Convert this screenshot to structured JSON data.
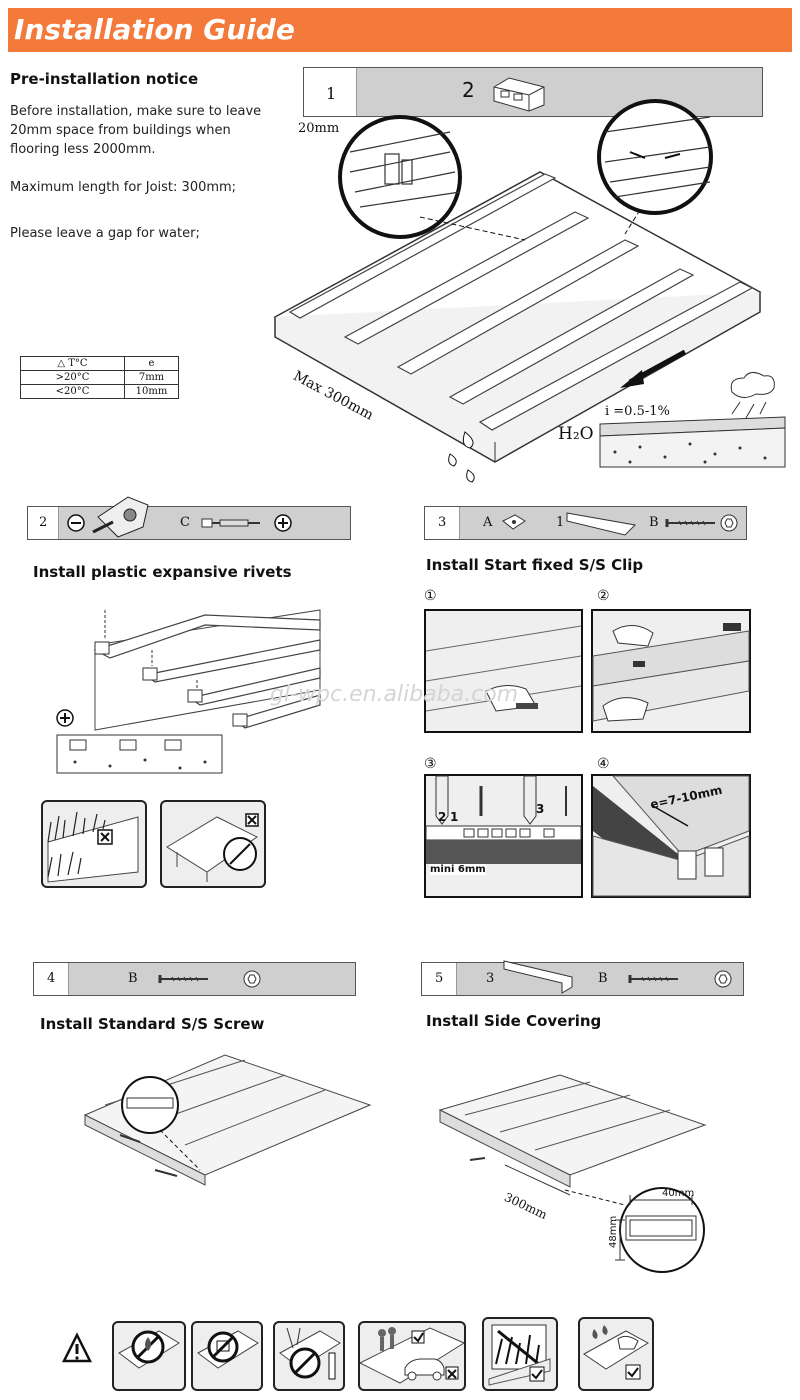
{
  "header": {
    "title": "Installation Guide"
  },
  "notice": {
    "title": "Pre-installation notice",
    "line1": "Before installation, make sure to leave",
    "line2": "20mm space from buildings when",
    "line3": "flooring less 2000mm.",
    "joist": "Maximum length for Joist: 300mm;",
    "gap": "Please leave a gap for water;"
  },
  "table": {
    "head": [
      "△ T°C",
      "e"
    ],
    "rows": [
      [
        ">20°C",
        "7mm"
      ],
      [
        "<20°C",
        "10mm"
      ]
    ]
  },
  "step1": {
    "num": "1",
    "part": "2",
    "dim_20mm": "20mm",
    "max300": "Max 300mm",
    "slope": "i =0.5-1%",
    "water": "H₂O"
  },
  "step2": {
    "num": "2",
    "part": "C",
    "title": "Install plastic expansive rivets"
  },
  "step3": {
    "num": "3",
    "partA": "A",
    "part1": "1",
    "partB": "B",
    "title": "Install Start fixed S/S Clip",
    "sub": [
      "①",
      "②",
      "③",
      "④"
    ],
    "gap_label": "e=7-10mm",
    "min_label": "mini 6mm",
    "n2": "2",
    "n1": "1",
    "n3": "3"
  },
  "step4": {
    "num": "4",
    "part": "B",
    "title": "Install Standard S/S Screw"
  },
  "step5": {
    "num": "5",
    "part3": "3",
    "partB": "B",
    "title": "Install Side Covering",
    "d300": "300mm",
    "d40": "40mm",
    "d48": "48mm"
  },
  "watermark": "gl-wpc.en.alibaba.com"
}
